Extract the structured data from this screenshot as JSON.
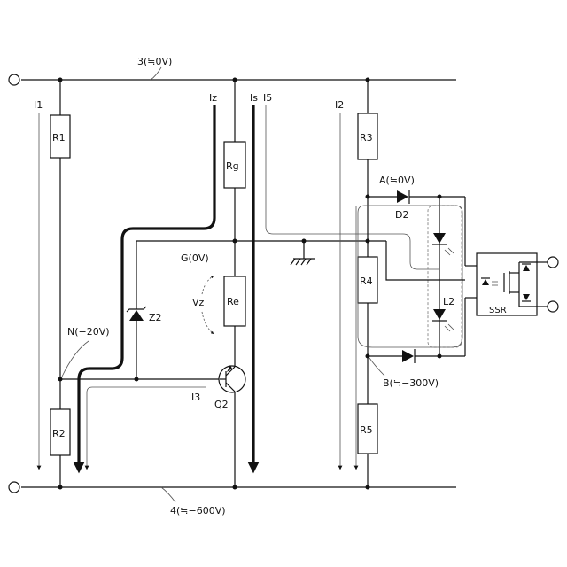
{
  "rail_top_label": "3(≒0V)",
  "rail_bottom_label": "4(≒−600V)",
  "resistors": {
    "r1": "R1",
    "r2": "R2",
    "rg": "Rg",
    "re": "Re",
    "r3": "R3",
    "r4": "R4",
    "r5": "R5"
  },
  "currents": {
    "i1": "I1",
    "iz": "Iz",
    "is": "Is",
    "i5": "I5",
    "i2": "I2",
    "i3": "I3"
  },
  "nodes": {
    "g": "G(0V)",
    "n": "N(−20V)",
    "a": "A(≒0V)",
    "b": "B(≒−300V)"
  },
  "components": {
    "z2": "Z2",
    "q2": "Q2",
    "d2": "D2",
    "l2": "L2",
    "ssr": "SSR",
    "vz": "Vz"
  }
}
